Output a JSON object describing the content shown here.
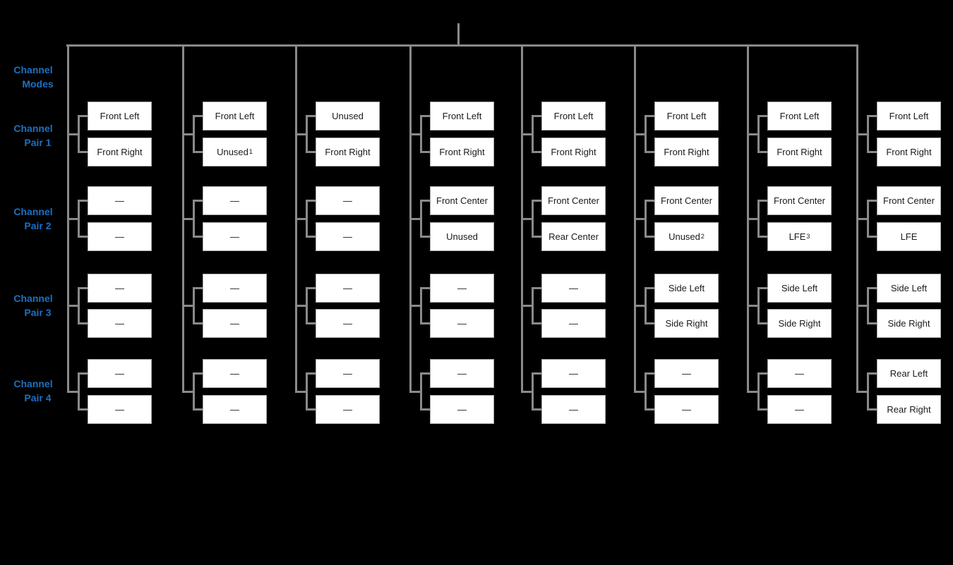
{
  "palette": {
    "background": "#000000",
    "line_gray": "#8a8a8a",
    "box_fill": "#ffffff",
    "box_border": "#a8a8a8",
    "box_text": "#1a1a1a",
    "label_blue": "#1b70c4"
  },
  "row_labels": [
    {
      "line1": "Channel",
      "line2": "Modes"
    },
    {
      "line1": "Channel",
      "line2": "Pair 1"
    },
    {
      "line1": "Channel",
      "line2": "Pair 2"
    },
    {
      "line1": "Channel",
      "line2": "Pair 3"
    },
    {
      "line1": "Channel",
      "line2": "Pair 4"
    }
  ],
  "columns": [
    {
      "pairs": [
        [
          {
            "label": "Front Left"
          },
          {
            "label": "Front Right"
          }
        ],
        [
          {
            "label": "—"
          },
          {
            "label": "—"
          }
        ],
        [
          {
            "label": "—"
          },
          {
            "label": "—"
          }
        ],
        [
          {
            "label": "—"
          },
          {
            "label": "—"
          }
        ]
      ]
    },
    {
      "pairs": [
        [
          {
            "label": "Front Left"
          },
          {
            "label": "Unused",
            "sup": "1"
          }
        ],
        [
          {
            "label": "—"
          },
          {
            "label": "—"
          }
        ],
        [
          {
            "label": "—"
          },
          {
            "label": "—"
          }
        ],
        [
          {
            "label": "—"
          },
          {
            "label": "—"
          }
        ]
      ]
    },
    {
      "pairs": [
        [
          {
            "label": "Unused"
          },
          {
            "label": "Front Right"
          }
        ],
        [
          {
            "label": "—"
          },
          {
            "label": "—"
          }
        ],
        [
          {
            "label": "—"
          },
          {
            "label": "—"
          }
        ],
        [
          {
            "label": "—"
          },
          {
            "label": "—"
          }
        ]
      ]
    },
    {
      "pairs": [
        [
          {
            "label": "Front Left"
          },
          {
            "label": "Front Right"
          }
        ],
        [
          {
            "label": "Front Center"
          },
          {
            "label": "Unused"
          }
        ],
        [
          {
            "label": "—"
          },
          {
            "label": "—"
          }
        ],
        [
          {
            "label": "—"
          },
          {
            "label": "—"
          }
        ]
      ]
    },
    {
      "pairs": [
        [
          {
            "label": "Front Left"
          },
          {
            "label": "Front Right"
          }
        ],
        [
          {
            "label": "Front Center"
          },
          {
            "label": "Rear Center"
          }
        ],
        [
          {
            "label": "—"
          },
          {
            "label": "—"
          }
        ],
        [
          {
            "label": "—"
          },
          {
            "label": "—"
          }
        ]
      ]
    },
    {
      "pairs": [
        [
          {
            "label": "Front Left"
          },
          {
            "label": "Front Right"
          }
        ],
        [
          {
            "label": "Front Center"
          },
          {
            "label": "Unused",
            "sup": "2"
          }
        ],
        [
          {
            "label": "Side Left"
          },
          {
            "label": "Side Right"
          }
        ],
        [
          {
            "label": "—"
          },
          {
            "label": "—"
          }
        ]
      ]
    },
    {
      "pairs": [
        [
          {
            "label": "Front Left"
          },
          {
            "label": "Front Right"
          }
        ],
        [
          {
            "label": "Front Center"
          },
          {
            "label": "LFE",
            "sup": "3"
          }
        ],
        [
          {
            "label": "Side Left"
          },
          {
            "label": "Side Right"
          }
        ],
        [
          {
            "label": "—"
          },
          {
            "label": "—"
          }
        ]
      ]
    },
    {
      "pairs": [
        [
          {
            "label": "Front Left"
          },
          {
            "label": "Front Right"
          }
        ],
        [
          {
            "label": "Front Center"
          },
          {
            "label": "LFE"
          }
        ],
        [
          {
            "label": "Side Left"
          },
          {
            "label": "Side Right"
          }
        ],
        [
          {
            "label": "Rear Left"
          },
          {
            "label": "Rear Right"
          }
        ]
      ]
    }
  ]
}
